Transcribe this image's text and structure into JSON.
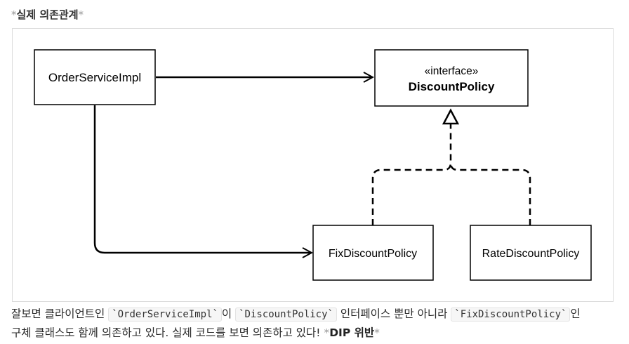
{
  "heading": {
    "star_open": "*",
    "title": "실제 의존관계",
    "star_close": "*"
  },
  "diagram": {
    "boxes": {
      "order_service_impl": "OrderServiceImpl",
      "interface_stereotype": "«interface»",
      "discount_policy": "DiscountPolicy",
      "fix_discount_policy": "FixDiscountPolicy",
      "rate_discount_policy": "RateDiscountPolicy"
    },
    "relations": [
      {
        "from": "OrderServiceImpl",
        "to": "DiscountPolicy",
        "type": "dependency"
      },
      {
        "from": "OrderServiceImpl",
        "to": "FixDiscountPolicy",
        "type": "dependency"
      },
      {
        "from": "FixDiscountPolicy",
        "to": "DiscountPolicy",
        "type": "realization"
      },
      {
        "from": "RateDiscountPolicy",
        "to": "DiscountPolicy",
        "type": "realization"
      }
    ]
  },
  "paragraph": {
    "t1": "잘보면 클라이언트인 ",
    "c1": "`OrderServiceImpl`",
    "t2": "이 ",
    "c2": "`DiscountPolicy`",
    "t3": " 인터페이스 뿐만 아니라 ",
    "c3": "`FixDiscountPolicy`",
    "t4": "인",
    "t5": "구체 클래스도 함께 의존하고 있다. 실제 코드를 보면 의존하고 있다! ",
    "star_open": "*",
    "bold": "DIP 위반",
    "star_close": "*"
  }
}
